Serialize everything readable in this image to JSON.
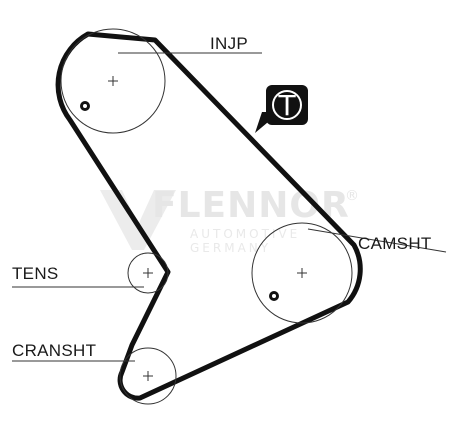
{
  "diagram": {
    "pulleys": [
      {
        "id": "injp",
        "label": "INJP"
      },
      {
        "id": "tens",
        "label": "TENS"
      },
      {
        "id": "camsht",
        "label": "CAMSHT"
      },
      {
        "id": "cransht",
        "label": "CRANSHT"
      }
    ],
    "timing_marker": {
      "letter": "T"
    },
    "watermark": {
      "brand": "FLENNOR",
      "line1": "AUTOMOTIVE",
      "line2": "GERMANY",
      "registered": "®"
    }
  },
  "colors": {
    "belt": "#111111",
    "pulley_outline": "#333333",
    "watermark": "#e6e6e6",
    "marker_fill": "#111111",
    "marker_text": "#ffffff"
  }
}
